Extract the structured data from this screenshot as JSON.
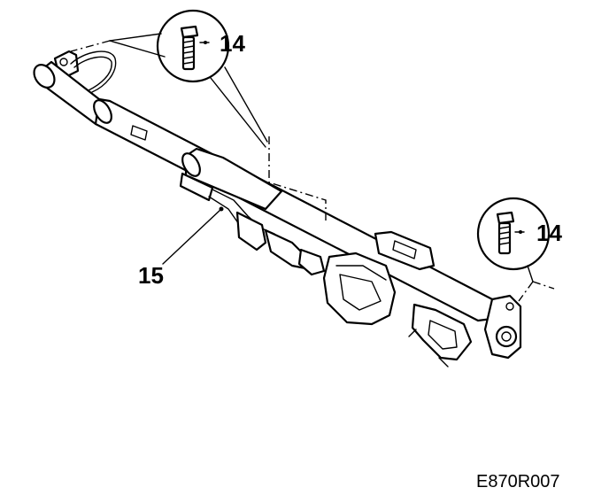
{
  "callouts": {
    "bolt_top": "14",
    "bolt_right": "14",
    "beam_label": "15"
  },
  "reference_code": "E870R007",
  "icons": [
    "bolt-icon",
    "bolt-icon"
  ]
}
